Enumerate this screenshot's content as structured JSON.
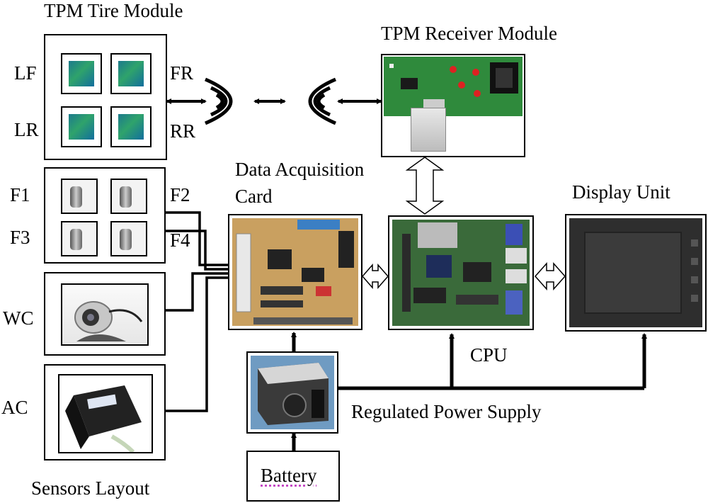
{
  "labels": {
    "tire_module": "TPM Tire Module",
    "receiver_module": "TPM Receiver Module",
    "daq_line1": "Data Acquisition",
    "daq_line2": "Card",
    "display_unit": "Display Unit",
    "cpu": "CPU",
    "power_supply": "Regulated Power Supply",
    "battery": "Battery",
    "sensors_layout": "Sensors Layout"
  },
  "tires": {
    "lf": "LF",
    "fr": "FR",
    "lr": "LR",
    "rr": "RR"
  },
  "force_sensors": {
    "f1": "F1",
    "f2": "F2",
    "f3": "F3",
    "f4": "F4"
  },
  "sensors": {
    "wc": "WC",
    "ac": "AC"
  },
  "colors": {
    "board_green": "#2f8a3c",
    "daq_board": "#c9a060",
    "cpu_board": "#3a6a3a",
    "psu_blue": "#6f9bc2",
    "display_dark": "#2e2e2e",
    "tire_chip": "#1c7a8c",
    "battery_underline": "#c03cc0"
  }
}
